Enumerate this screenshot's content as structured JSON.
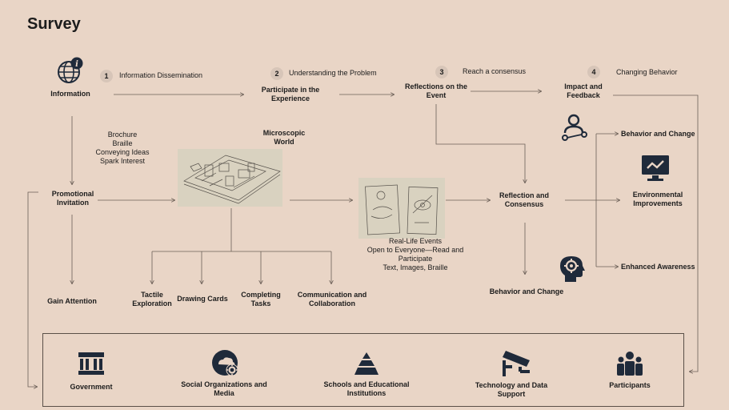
{
  "title": "Survey",
  "steps": [
    {
      "num": "1",
      "label": "Information Dissemination"
    },
    {
      "num": "2",
      "label": "Understanding the Problem"
    },
    {
      "num": "3",
      "label": "Reach a consensus"
    },
    {
      "num": "4",
      "label": "Changing Behavior"
    }
  ],
  "nodes": {
    "information": "Information",
    "participate": "Participate in the\nExperience",
    "reflections_event": "Reflections on the\nEvent",
    "impact_feedback": "Impact and\nFeedback",
    "promotional": "Promotional\nInvitation",
    "microscopic": "Microscopic\nWorld",
    "reflection_consensus": "Reflection and\nConsensus",
    "gain_attention": "Gain Attention",
    "behavior_change_bottom": "Behavior and Change",
    "behavior_change_right": "Behavior and Change",
    "environmental": "Environmental\nImprovements",
    "enhanced": "Enhanced Awareness"
  },
  "info_list": [
    "Brochure",
    "Braille",
    "Conveying Ideas",
    "Spark Interest"
  ],
  "activities": [
    "Tactile\nExploration",
    "Drawing Cards",
    "Completing\nTasks",
    "Communication and\nCollaboration"
  ],
  "events_text": "Real-Life Events\nOpen to Everyone—Read and\nParticipate\nText, Images, Braille",
  "stakeholders": [
    {
      "label": "Government",
      "icon": "government-building-icon"
    },
    {
      "label": "Social Organizations and\nMedia",
      "icon": "social-organization-icon"
    },
    {
      "label": "Schools and Educational\nInstitutions",
      "icon": "pyramid-icon"
    },
    {
      "label": "Technology and Data\nSupport",
      "icon": "cctv-camera-icon"
    },
    {
      "label": "Participants",
      "icon": "people-group-icon"
    }
  ],
  "colors": {
    "background": "#e9d5c6",
    "step_circle": "#d7c5b8",
    "line": "#6b5f57",
    "icon": "#1f2a3a"
  }
}
